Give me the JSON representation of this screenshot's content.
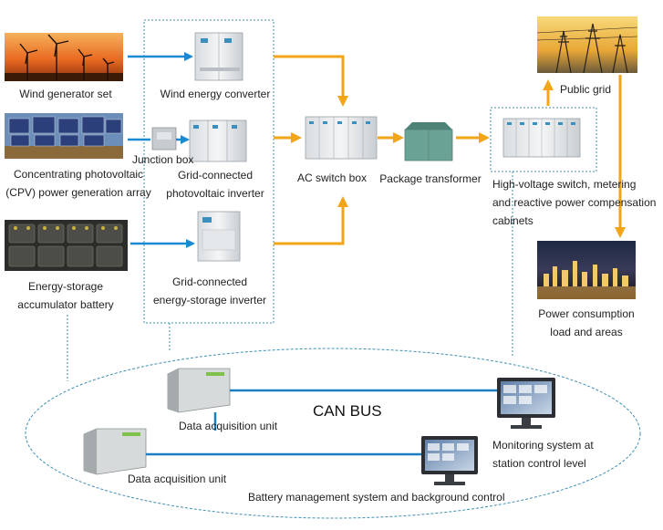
{
  "nodes": {
    "wind_set": {
      "label": "Wind generator set"
    },
    "cpv": {
      "line1": "Concentrating photovoltaic",
      "line2": "(CPV) power generation array"
    },
    "battery": {
      "line1": "Energy-storage",
      "line2": "accumulator battery"
    },
    "wind_converter": {
      "label": "Wind energy converter"
    },
    "junction_box": {
      "label": "Junction box"
    },
    "pv_inverter": {
      "line1": "Grid-connected",
      "line2": "photovoltaic inverter"
    },
    "storage_inverter": {
      "line1": "Grid-connected",
      "line2": "energy-storage inverter"
    },
    "ac_switch": {
      "label": "AC switch box"
    },
    "transformer": {
      "label": "Package transformer"
    },
    "hv_switch": {
      "line1": "High-voltage switch, metering",
      "line2": "and reactive power compensation",
      "line3": "cabinets"
    },
    "public_grid": {
      "label": "Public grid"
    },
    "consumption": {
      "line1": "Power consumption",
      "line2": "load and areas"
    }
  },
  "bus": {
    "label": "CAN BUS",
    "daq_upper": "Data acquisition unit",
    "daq_lower": "Data acquisition unit",
    "monitoring_line1": "Monitoring system at",
    "monitoring_line2": "station control level",
    "bms": "Battery management system and background control"
  },
  "colors": {
    "blue_arrow": "#1a8ad4",
    "orange_arrow": "#f2a516",
    "dotted": "#3f8fb5",
    "bus_line": "#1a7fc0"
  }
}
